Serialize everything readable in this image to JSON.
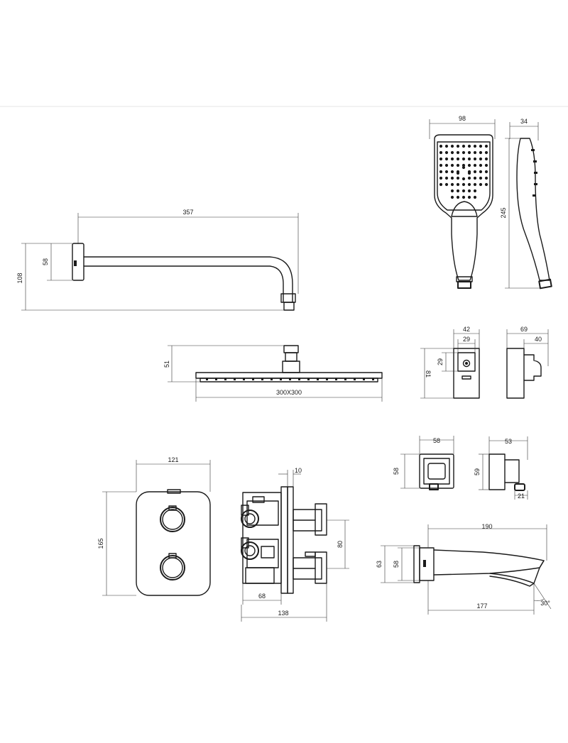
{
  "dimensions": {
    "arm_length": "357",
    "arm_height": "108",
    "arm_flange_height": "58",
    "handshower_width": "98",
    "handshower_length": "245",
    "handshower_thickness": "34",
    "holder_width": "42",
    "holder_slot_width": "29",
    "holder_slot_height": "29",
    "holder_height": "81",
    "holder_depth": "69",
    "holder_side": "40",
    "head_height": "51",
    "head_size": "300X300",
    "outlet_width": "58",
    "outlet_height": "58",
    "outlet_depth": "53",
    "outlet_side_height": "59",
    "outlet_nipple": "21",
    "plate_width": "121",
    "plate_height": "165",
    "valve_flange": "10",
    "valve_spacing": "80",
    "valve_body_depth": "68",
    "valve_total_depth": "138",
    "spout_length": "190",
    "spout_height": "63",
    "spout_flange": "58",
    "spout_projection": "177",
    "spout_angle": "30°"
  }
}
